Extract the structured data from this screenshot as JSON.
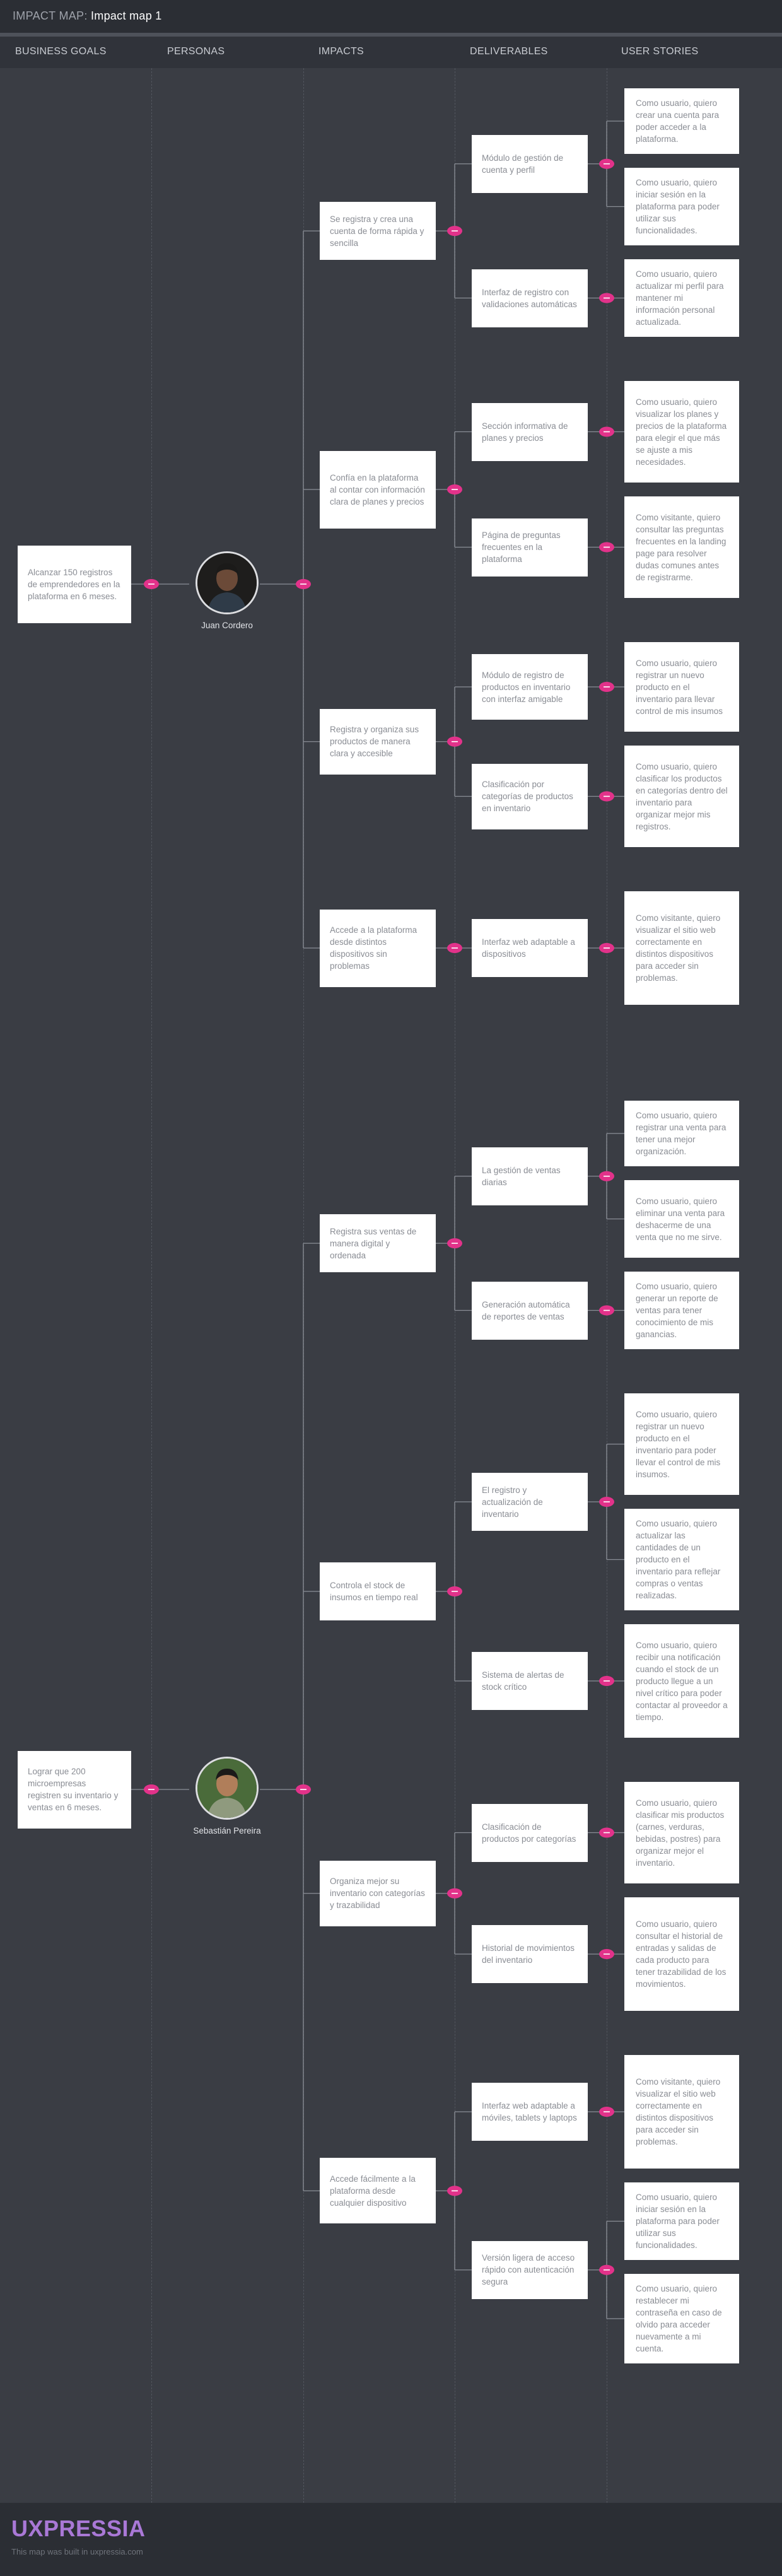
{
  "header": {
    "prefix": "IMPACT MAP:",
    "title": "Impact map 1"
  },
  "columns": [
    "BUSINESS GOALS",
    "PERSONAS",
    "IMPACTS",
    "DELIVERABLES",
    "USER STORIES"
  ],
  "goals": [
    {
      "text": "Alcanzar 150 registros de emprendedores en la plataforma en 6 meses.",
      "persona": "Juan Cordero",
      "impacts": [
        {
          "text": "Se registra y crea una cuenta de forma rápida y sencilla",
          "deliverables": [
            {
              "text": "Módulo de gestión de cuenta y perfil",
              "stories": [
                "Como usuario, quiero crear una cuenta para poder acceder a la plataforma.",
                "Como usuario, quiero iniciar sesión en la plataforma para poder utilizar sus funcionalidades."
              ]
            },
            {
              "text": "Interfaz de registro con validaciones automáticas",
              "stories": [
                "Como usuario, quiero actualizar mi perfil para mantener mi información personal actualizada."
              ]
            }
          ]
        },
        {
          "text": "Confía en la plataforma al contar con información clara de planes y precios",
          "deliverables": [
            {
              "text": "Sección informativa de planes y precios",
              "stories": [
                "Como usuario, quiero visualizar los planes y precios de la plataforma para elegir el que más se ajuste a mis necesidades."
              ]
            },
            {
              "text": "Página de preguntas frecuentes en la plataforma",
              "stories": [
                "Como visitante, quiero consultar las preguntas frecuentes en la landing page para resolver dudas comunes antes de registrarme."
              ]
            }
          ]
        },
        {
          "text": "Registra y organiza sus productos de manera clara y accesible",
          "deliverables": [
            {
              "text": "Módulo de registro de productos en inventario con interfaz amigable",
              "stories": [
                "Como usuario, quiero registrar un nuevo producto en el inventario para llevar control de mis insumos"
              ]
            },
            {
              "text": "Clasificación por categorías de productos en inventario",
              "stories": [
                "Como usuario, quiero clasificar los productos en categorías dentro del inventario para organizar mejor mis registros."
              ]
            }
          ]
        },
        {
          "text": "Accede a la plataforma desde distintos dispositivos sin problemas",
          "deliverables": [
            {
              "text": "Interfaz web adaptable a dispositivos",
              "stories": [
                "Como visitante, quiero visualizar el sitio web correctamente en distintos dispositivos para acceder sin problemas."
              ]
            }
          ]
        }
      ]
    },
    {
      "text": "Lograr que 200 microempresas registren su inventario y ventas en 6 meses.",
      "persona": "Sebastián Pereira",
      "impacts": [
        {
          "text": "Registra sus ventas de manera digital y ordenada",
          "deliverables": [
            {
              "text": "La gestión de ventas diarias",
              "stories": [
                "Como usuario, quiero registrar una venta para tener una mejor organización.",
                "Como usuario, quiero eliminar una venta para deshacerme de una venta que no me sirve."
              ]
            },
            {
              "text": "Generación automática de reportes de ventas",
              "stories": [
                "Como usuario, quiero generar un reporte de ventas para tener conocimiento de mis ganancias."
              ]
            }
          ]
        },
        {
          "text": "Controla el stock de insumos en tiempo real",
          "deliverables": [
            {
              "text": "El registro y actualización de inventario",
              "stories": [
                "Como usuario, quiero registrar un nuevo producto en el inventario para poder llevar el control de mis insumos.",
                "Como usuario, quiero actualizar las cantidades de un producto en el inventario para reflejar compras o ventas realizadas."
              ]
            },
            {
              "text": "Sistema de alertas de stock crítico",
              "stories": [
                "Como usuario, quiero recibir una notificación cuando el stock de un producto llegue a un nivel crítico para poder contactar al proveedor a tiempo."
              ]
            }
          ]
        },
        {
          "text": "Organiza mejor su inventario con categorías y trazabilidad",
          "deliverables": [
            {
              "text": "Clasificación de productos por categorías",
              "stories": [
                "Como usuario, quiero clasificar mis productos (carnes, verduras, bebidas, postres) para organizar mejor el inventario."
              ]
            },
            {
              "text": "Historial de movimientos del inventario",
              "stories": [
                "Como usuario, quiero consultar el historial de entradas y salidas de cada producto para tener trazabilidad de los movimientos."
              ]
            }
          ]
        },
        {
          "text": "Accede fácilmente a la plataforma desde cualquier dispositivo",
          "deliverables": [
            {
              "text": "Interfaz web adaptable a móviles, tablets y laptops",
              "stories": [
                "Como visitante, quiero visualizar el sitio web correctamente en distintos dispositivos para acceder sin problemas."
              ]
            },
            {
              "text": "Versión ligera de acceso rápido con autenticación segura",
              "stories": [
                "Como usuario, quiero iniciar sesión en la plataforma para poder utilizar sus funcionalidades.",
                "Como usuario, quiero restablecer mi contraseña en caso de olvido para acceder nuevamente a mi cuenta."
              ]
            }
          ]
        }
      ]
    }
  ],
  "footer": {
    "brand": "UXPRESSIA",
    "note": "This map was built in uxpressia.com"
  },
  "colors": {
    "background": "#3a3d44",
    "connector": "#e2328a",
    "brand": "#a978d6",
    "line": "#8a8e96"
  },
  "icons": [
    "collapse-toggle-icon",
    "avatar"
  ]
}
